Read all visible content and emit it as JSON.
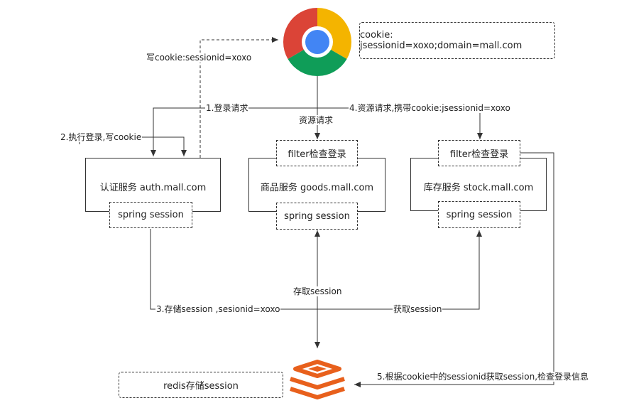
{
  "note_cookie": "cookie: jsessionid=xoxo;domain=mall.com",
  "services": {
    "auth": {
      "title": "认证服务 auth.mall.com",
      "session": "spring session"
    },
    "goods": {
      "title": "商品服务 goods.mall.com",
      "filter": "filter检查登录",
      "session": "spring session"
    },
    "stock": {
      "title": "库存服务 stock.mall.com",
      "filter": "filter检查登录",
      "session": "spring session"
    }
  },
  "redis_note": "redis存储session",
  "labels": {
    "write_cookie": "写cookie:sessionid=xoxo",
    "login_request": "1.登录请求",
    "resource_request": "资源请求",
    "resource_request_with_cookie": "4.资源请求,携带cookie:jsessionid=xoxo",
    "execute_login": "2.执行登录,写cookie",
    "store_session": "3.存储session ,sesionid=xoxo",
    "access_session": "存取session",
    "get_session": "获取session",
    "fetch_by_cookie": "5.根据cookie中的sessionid获取session,检查登录信息"
  },
  "icons": {
    "browser": "chrome-icon",
    "store": "redis-icon"
  },
  "colors": {
    "line": "#333333",
    "chrome_red": "#DB4437",
    "chrome_yellow": "#F4B400",
    "chrome_green": "#0F9D58",
    "chrome_blue": "#4285F4",
    "redis": "#E8601C"
  }
}
